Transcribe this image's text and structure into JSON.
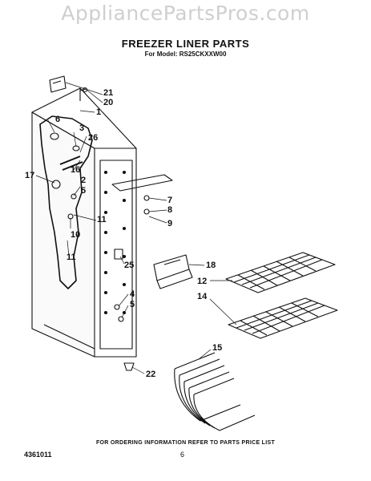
{
  "watermark": "AppliancePartsPros.com",
  "title": "FREEZER LINER PARTS",
  "model_line": "For Model: RS25CKXXW00",
  "callouts": {
    "c21": "21",
    "c20": "20",
    "c1": "1",
    "c6": "6",
    "c3": "3",
    "c26": "26",
    "c16": "16",
    "c17": "17",
    "c2": "2",
    "c5a": "5",
    "c11a": "11",
    "c10": "10",
    "c11b": "11",
    "c7": "7",
    "c8": "8",
    "c9": "9",
    "c18": "18",
    "c25": "25",
    "c12": "12",
    "c14": "14",
    "c4": "4",
    "c5b": "5",
    "c15": "15",
    "c22": "22"
  },
  "footer": {
    "info": "FOR ORDERING INFORMATION REFER TO PARTS PRICE LIST",
    "page": "6",
    "doc_number": "4361011"
  }
}
